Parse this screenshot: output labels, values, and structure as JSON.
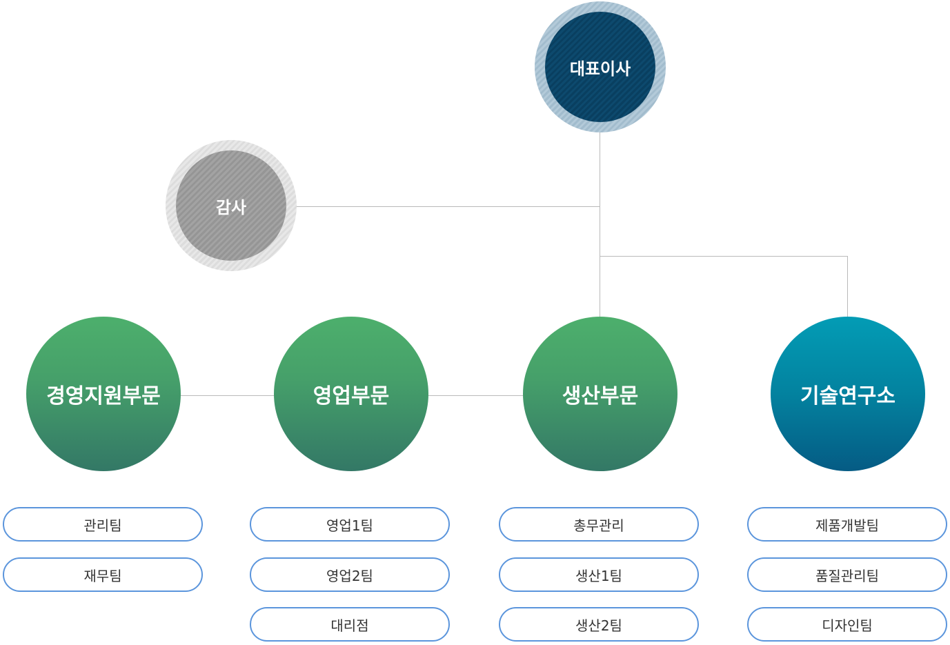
{
  "ceo": {
    "label": "대표이사"
  },
  "audit": {
    "label": "감사"
  },
  "divisions": [
    {
      "name": "경영지원부문",
      "teams": [
        "관리팀",
        "재무팀"
      ]
    },
    {
      "name": "영업부문",
      "teams": [
        "영업1팀",
        "영업2팀",
        "대리점"
      ]
    },
    {
      "name": "생산부문",
      "teams": [
        "총무관리",
        "생산1팀",
        "생산2팀"
      ]
    },
    {
      "name": "기술연구소",
      "teams": [
        "제품개발팀",
        "품질관리팀",
        "디자인팀"
      ]
    }
  ],
  "colors": {
    "ceo": "#0d4a6e",
    "audit": "#a3a3a3",
    "division_green": "#4daf6c",
    "division_blue": "#039cb5",
    "team_border": "#5b95dc",
    "connector": "#b9b9b9"
  }
}
